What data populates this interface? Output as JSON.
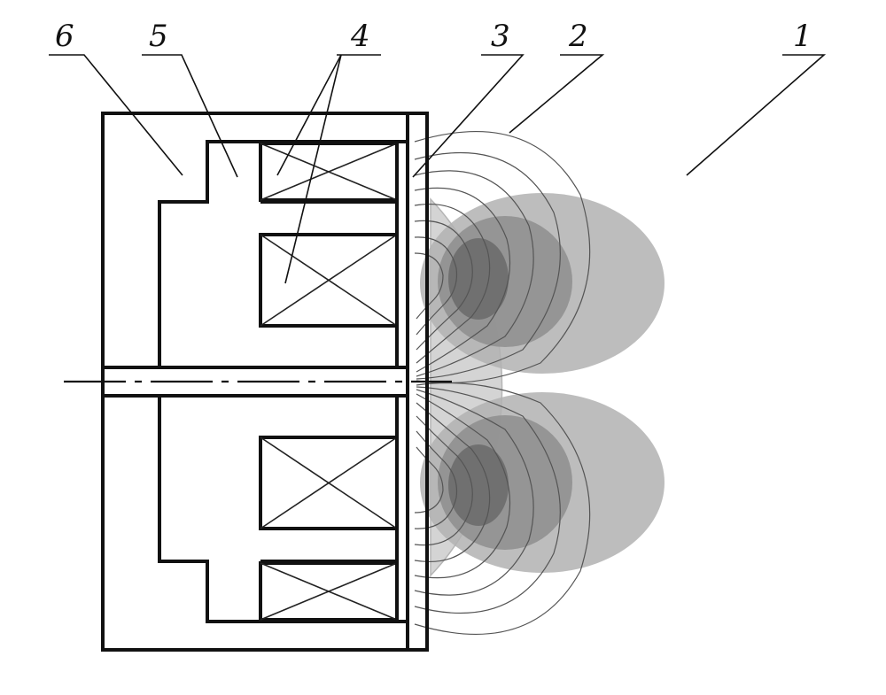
{
  "figure": {
    "labels": [
      {
        "id": "1",
        "text": "1"
      },
      {
        "id": "2",
        "text": "2"
      },
      {
        "id": "3",
        "text": "3"
      },
      {
        "id": "4",
        "text": "4"
      },
      {
        "id": "5",
        "text": "5"
      },
      {
        "id": "6",
        "text": "6"
      }
    ],
    "colors": {
      "line": "#111111",
      "zone_light": "#d4d4d4",
      "zone_mid": "#b2b2b2",
      "zone_dark": "#8e8e8e",
      "zone_core": "#6c6c6c"
    }
  }
}
